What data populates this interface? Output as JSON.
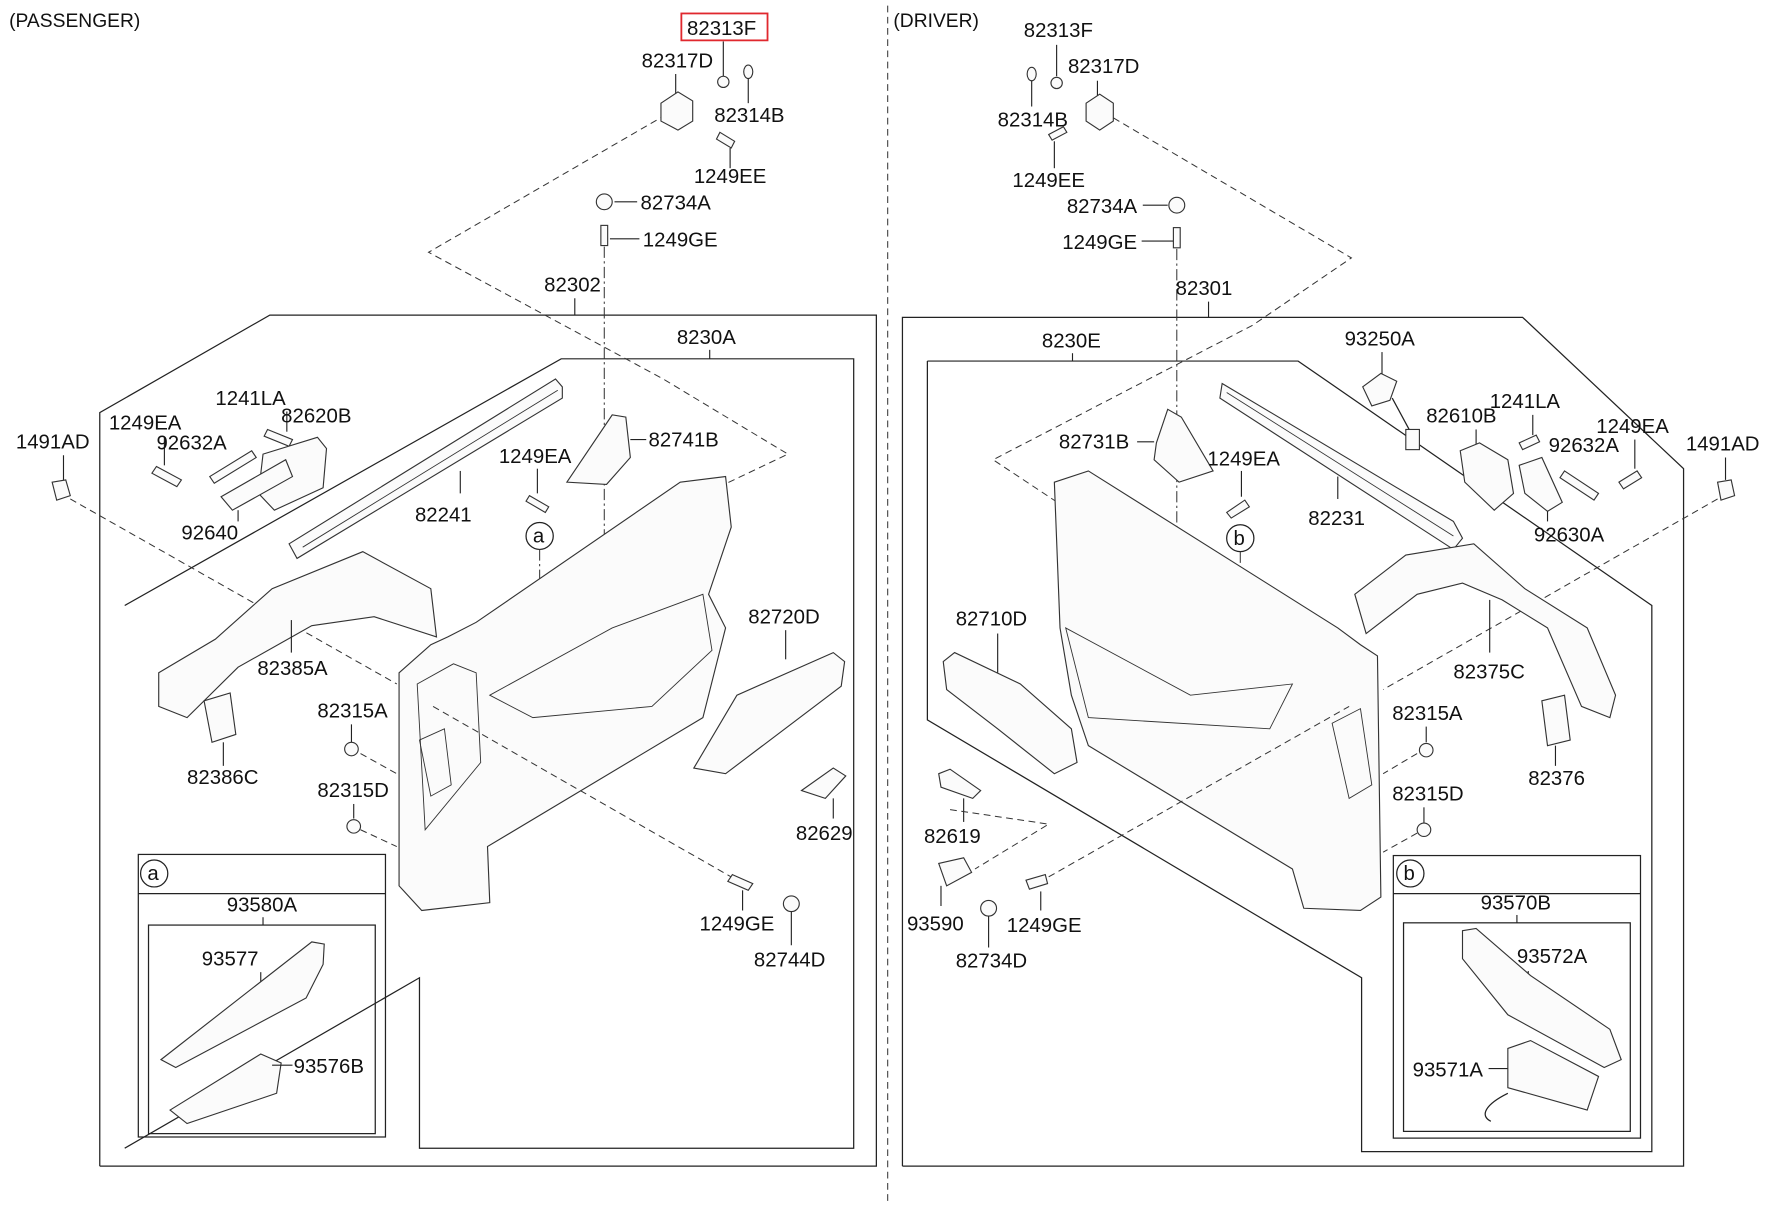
{
  "diagram": {
    "title": "Front Door Trim Panel – Exploded Parts View",
    "highlight_color": "#e0282e",
    "sections": {
      "passenger": {
        "header": "(PASSENGER)",
        "labels": {
          "p82313F": "82313F",
          "p82317D": "82317D",
          "p82314B": "82314B",
          "p1249EE": "1249EE",
          "p82734A": "82734A",
          "p1249GE_top": "1249GE",
          "p82302": "82302",
          "p8230A": "8230A",
          "p1241LA": "1241LA",
          "p82620B": "82620B",
          "p1249EA_left": "1249EA",
          "p92632A": "92632A",
          "p1491AD": "1491AD",
          "p92640": "92640",
          "p82241": "82241",
          "p82741B": "82741B",
          "p1249EA_mid": "1249EA",
          "p82385A": "82385A",
          "p82720D": "82720D",
          "p82315A": "82315A",
          "p82386C": "82386C",
          "p82315D": "82315D",
          "p82629": "82629",
          "p1249GE_bot": "1249GE",
          "p82744D": "82744D",
          "callout": "a"
        },
        "inset": {
          "tag": "a",
          "assembly": "93580A",
          "parts": [
            "93577",
            "93576B"
          ]
        },
        "highlighted_part": "82313F"
      },
      "driver": {
        "header": "(DRIVER)",
        "labels": {
          "d82313F": "82313F",
          "d82317D": "82317D",
          "d82314B": "82314B",
          "d1249EE": "1249EE",
          "d82734A": "82734A",
          "d1249GE_top": "1249GE",
          "d82301": "82301",
          "d8230E": "8230E",
          "d93250A": "93250A",
          "d1241LA": "1241LA",
          "d82610B": "82610B",
          "d1249EA_right": "1249EA",
          "d92632A": "92632A",
          "d1491AD": "1491AD",
          "d82731B": "82731B",
          "d1249EA_mid": "1249EA",
          "d82231": "82231",
          "d92630A": "92630A",
          "d82710D": "82710D",
          "d82375C": "82375C",
          "d82315A": "82315A",
          "d82376": "82376",
          "d82315D": "82315D",
          "d82619": "82619",
          "d93590": "93590",
          "d1249GE_bot": "1249GE",
          "d82734D": "82734D",
          "callout": "b"
        },
        "inset": {
          "tag": "b",
          "assembly": "93570B",
          "parts": [
            "93572A",
            "93571A"
          ]
        }
      }
    }
  }
}
